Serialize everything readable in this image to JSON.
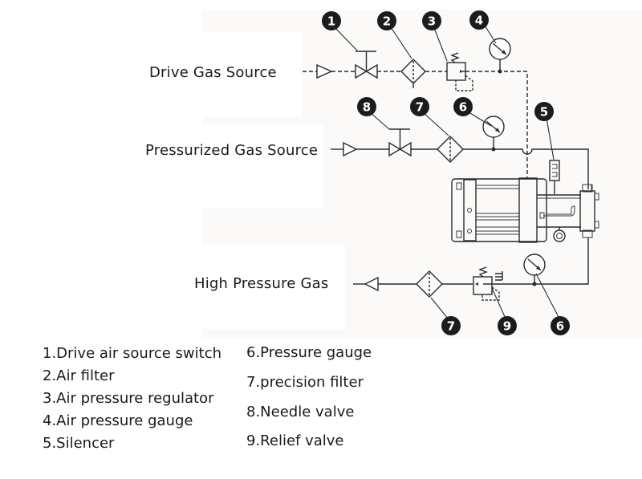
{
  "diagram": {
    "sources": {
      "drive_gas": "Drive Gas Source",
      "pressurized_gas": "Pressurized Gas Source",
      "high_pressure_gas": "High Pressure Gas"
    },
    "callouts": [
      {
        "number": "1",
        "component": "drive-air-source-switch"
      },
      {
        "number": "2",
        "component": "air-filter"
      },
      {
        "number": "3",
        "component": "air-pressure-regulator"
      },
      {
        "number": "4",
        "component": "air-pressure-gauge"
      },
      {
        "number": "8",
        "component": "needle-valve"
      },
      {
        "number": "7",
        "component": "precision-filter"
      },
      {
        "number": "6",
        "component": "pressure-gauge"
      },
      {
        "number": "5",
        "component": "silencer"
      },
      {
        "number": "7",
        "component": "precision-filter-outlet"
      },
      {
        "number": "9",
        "component": "relief-valve"
      },
      {
        "number": "6",
        "component": "pressure-gauge-outlet"
      }
    ],
    "colors": {
      "line": "#2b2b2b",
      "badge": "#1c1c1c",
      "panel": "#fbfaf9"
    }
  },
  "legend": {
    "left": [
      "1.Drive air source switch",
      "2.Air filter",
      "3.Air pressure regulator",
      "4.Air pressure gauge",
      "5.Silencer"
    ],
    "right": [
      "6.Pressure gauge",
      "7.precision filter",
      "8.Needle valve",
      "9.Relief valve"
    ]
  }
}
